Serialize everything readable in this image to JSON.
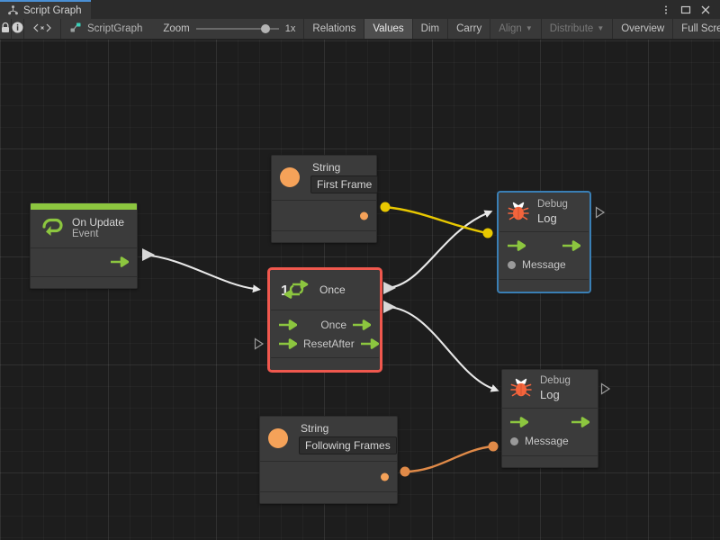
{
  "window": {
    "tab_label": "Script Graph",
    "tab_icon": "script-graph-icon",
    "controls": [
      {
        "name": "more-options-icon",
        "glyph": "kebab"
      },
      {
        "name": "maximize-icon",
        "glyph": "square"
      },
      {
        "name": "close-icon",
        "glyph": "x"
      }
    ]
  },
  "toolbar": {
    "lock_icon": "lock-icon",
    "info_icon": "info-icon",
    "code_icon": "code-brackets-icon",
    "breadcrumb_icon": "scriptgraph-node-icon",
    "breadcrumb_label": "ScriptGraph",
    "zoom_label": "Zoom",
    "zoom_value": "1x",
    "buttons": [
      {
        "label": "Relations",
        "active": false,
        "dimmed": false,
        "caret": false
      },
      {
        "label": "Values",
        "active": true,
        "dimmed": false,
        "caret": false
      },
      {
        "label": "Dim",
        "active": false,
        "dimmed": false,
        "caret": false
      },
      {
        "label": "Carry",
        "active": false,
        "dimmed": false,
        "caret": false
      },
      {
        "label": "Align",
        "active": false,
        "dimmed": true,
        "caret": true
      },
      {
        "label": "Distribute",
        "active": false,
        "dimmed": true,
        "caret": true
      },
      {
        "label": "Overview",
        "active": false,
        "dimmed": false,
        "caret": false
      },
      {
        "label": "Full Screen",
        "active": false,
        "dimmed": false,
        "caret": false
      }
    ]
  },
  "graph": {
    "nodes": {
      "on_update": {
        "title": "On Update",
        "subtitle": "Event",
        "icon": "event-loop-icon",
        "accent_color": "#8cc63f",
        "selected": "none"
      },
      "string_first": {
        "title": "String",
        "icon": "string-circle-icon",
        "value": "First Frame",
        "selected": "none"
      },
      "string_following": {
        "title": "String",
        "icon": "string-circle-icon",
        "value": "Following Frames",
        "selected": "none"
      },
      "once": {
        "title": "Once",
        "icon": "once-counter-icon",
        "icon_number": "1",
        "selected": "red",
        "selection_color": "#f0584e",
        "in_ports": [
          "",
          "Reset"
        ],
        "out_ports": [
          "Once",
          "After"
        ]
      },
      "debug_log_top": {
        "title": "Debug",
        "subtitle": "Log",
        "icon": "bug-icon",
        "selected": "blue",
        "selection_color": "#3a7fb5",
        "message_port": "Message"
      },
      "debug_log_bottom": {
        "title": "Debug",
        "subtitle": "Log",
        "icon": "bug-icon",
        "selected": "none",
        "message_port": "Message"
      }
    },
    "wire_colors": {
      "flow": "#e8e8e8",
      "value_yellow": "#e8c800",
      "value_orange": "#e08a48"
    }
  }
}
